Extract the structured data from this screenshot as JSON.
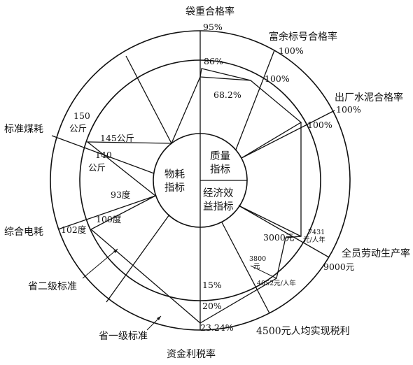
{
  "center": {
    "quality": [
      "质量",
      "指标"
    ],
    "material": [
      "物耗",
      "指标"
    ],
    "economic": [
      "经济效",
      "益指标"
    ]
  },
  "axes": {
    "bag_weight": "袋重合格率",
    "rich_label": "富余标号合格率",
    "factory_cement": "出厂水泥合格率",
    "std_coal": "标准煤耗",
    "power": "综合电耗",
    "labor": "全员劳动生产率",
    "per_capita_tax": "4500元人均实现税利",
    "capital_tax": "资金利税率"
  },
  "legend": {
    "provincial_2": "省二级标准",
    "provincial_1": "省一级标准"
  },
  "values": {
    "bag_outer": "95%",
    "bag_inner": "86%",
    "bag_actual": "68.2%",
    "rich_outer": "100%",
    "rich_inner": "100%",
    "factory_outer": "100%",
    "factory_inner": "100%",
    "coal_outer": [
      "150",
      "公斤"
    ],
    "coal_inner": "145公斤",
    "coal_actual": [
      "140",
      "公斤"
    ],
    "power_outer": "102度",
    "power_inner": "100度",
    "power_actual": "93度",
    "labor_outer": "9000元",
    "labor_inner": [
      "7431",
      "元/人年"
    ],
    "labor_actual": "3000元",
    "tax_inner": [
      "3800",
      "元"
    ],
    "tax_actual": "4052元/人年",
    "capital_inner": "15%",
    "capital_mid": "20%",
    "capital_outer": "23.24%"
  }
}
